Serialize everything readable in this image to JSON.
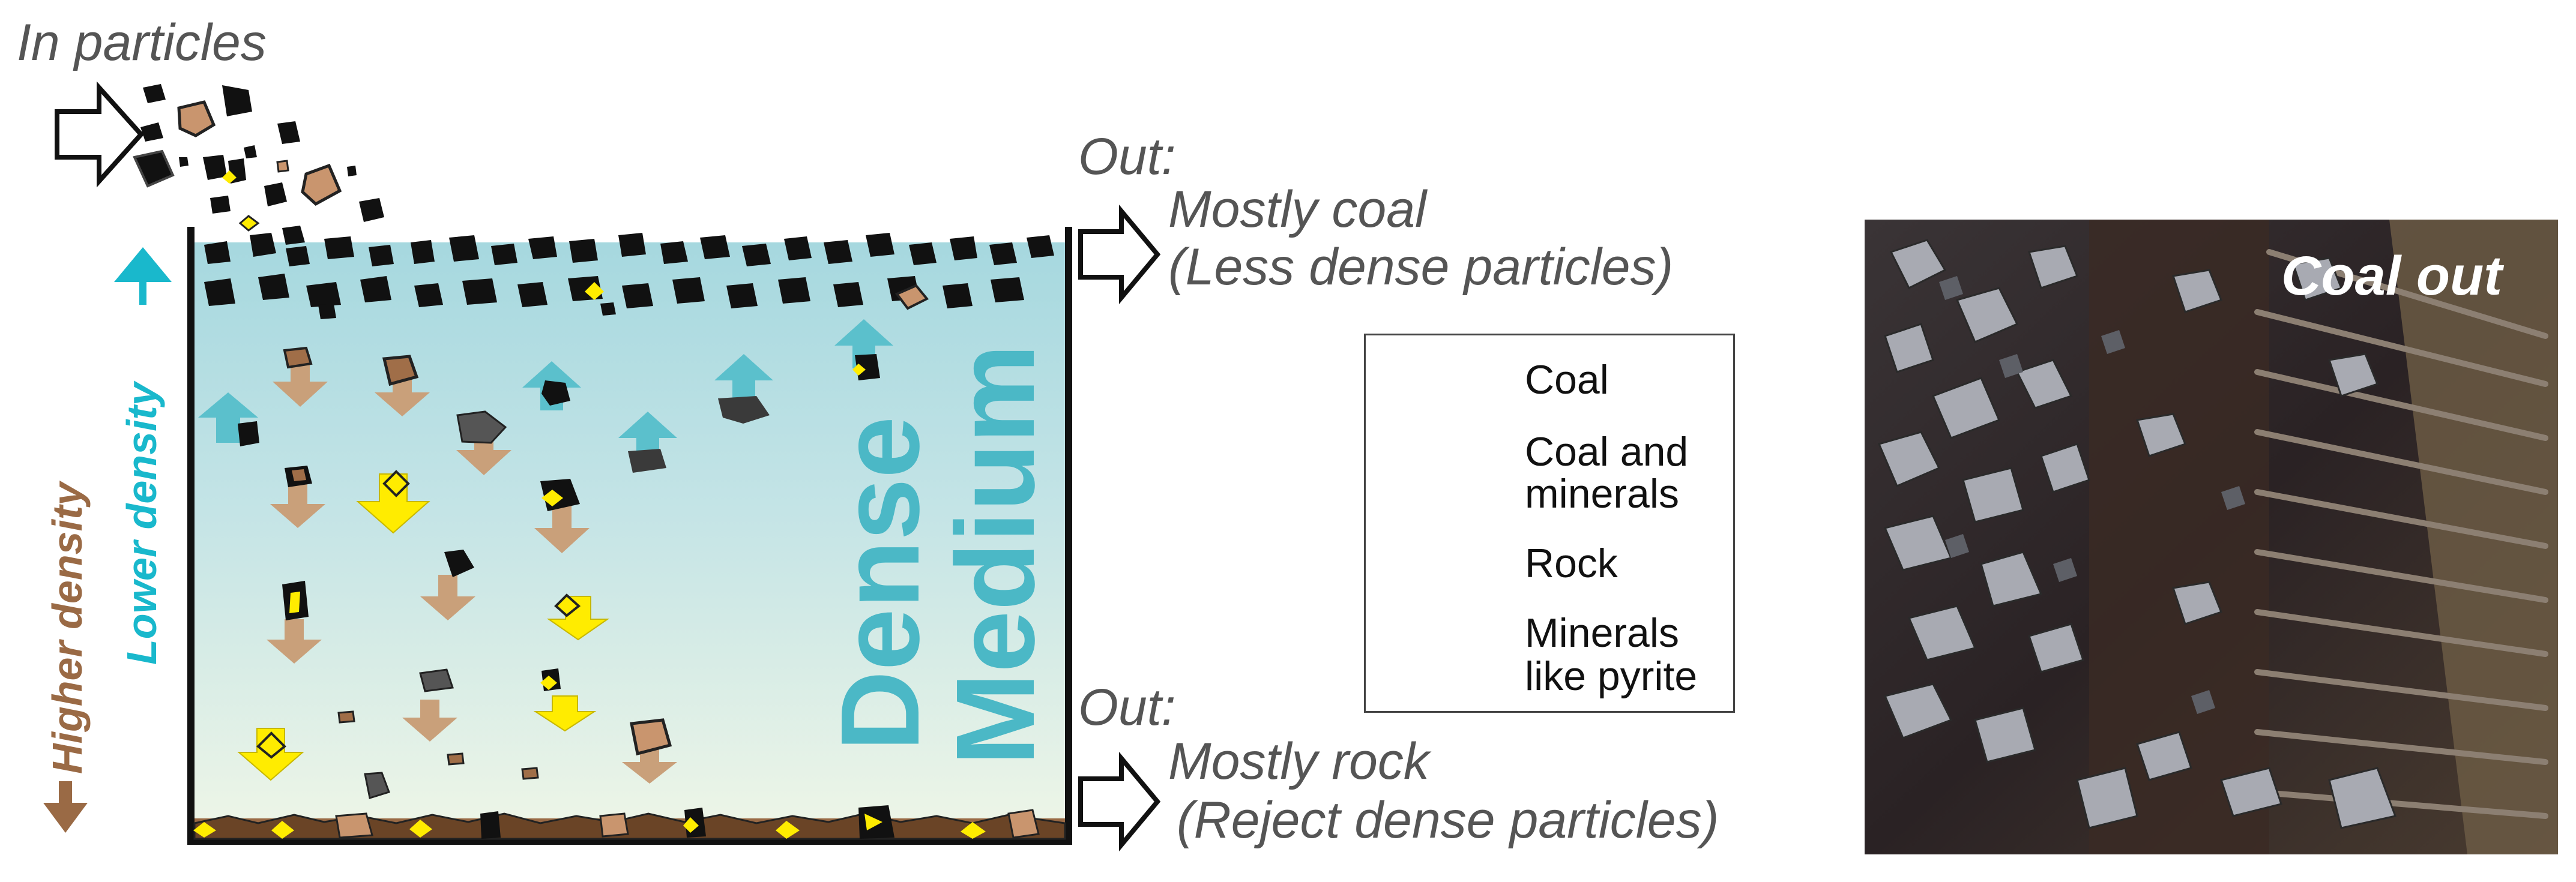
{
  "labels": {
    "in_particles": "In particles",
    "out_top_title": "Out:",
    "out_top_line1": "Mostly coal",
    "out_top_line2": "(Less dense particles)",
    "out_bottom_title": "Out:",
    "out_bottom_line1": "Mostly rock",
    "out_bottom_line2": "(Reject dense particles)",
    "lower_density": "Lower density",
    "higher_density": "Higher density",
    "dense_line1": "Dense",
    "dense_line2": "Medium",
    "photo_caption": "Coal out"
  },
  "legend": {
    "coal": "Coal",
    "coal_minerals_line1": "Coal and",
    "coal_minerals_line2": "minerals",
    "rock": "Rock",
    "minerals_line1": "Minerals",
    "minerals_line2": "like pyrite"
  },
  "colors": {
    "medium_top": "#a9d9e0",
    "medium_bottom": "#eef5e6",
    "up_arrow": "#5bc0cc",
    "down_arrow": "#c9a07a",
    "mineral": "#ffec00",
    "coal": "#111111",
    "rock": "#9a6a45"
  }
}
